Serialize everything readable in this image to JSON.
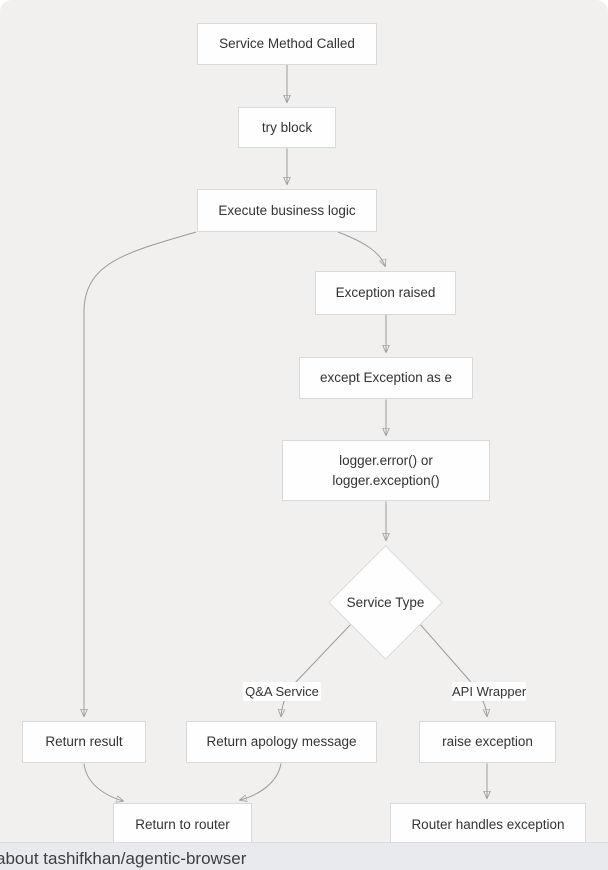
{
  "diagram": {
    "type": "flowchart",
    "nodes": {
      "service_method_called": {
        "label": "Service Method Called",
        "shape": "rect"
      },
      "try_block": {
        "label": "try block",
        "shape": "rect"
      },
      "execute_business_logic": {
        "label": "Execute business logic",
        "shape": "rect"
      },
      "exception_raised": {
        "label": "Exception raised",
        "shape": "rect"
      },
      "except_exception": {
        "label": "except Exception as e",
        "shape": "rect"
      },
      "logger": {
        "label": "logger.error() or logger.exception()",
        "shape": "rect"
      },
      "service_type": {
        "label": "Service Type",
        "shape": "diamond"
      },
      "return_result": {
        "label": "Return result",
        "shape": "rect"
      },
      "return_apology": {
        "label": "Return apology message",
        "shape": "rect"
      },
      "raise_exception": {
        "label": "raise exception",
        "shape": "rect"
      },
      "return_to_router": {
        "label": "Return to router",
        "shape": "rect"
      },
      "router_handles_exception": {
        "label": "Router handles exception",
        "shape": "rect"
      }
    },
    "edge_labels": {
      "qa_service": "Q&A Service",
      "api_wrapper": "API Wrapper"
    },
    "edges": [
      {
        "from": "service_method_called",
        "to": "try_block",
        "label": ""
      },
      {
        "from": "try_block",
        "to": "execute_business_logic",
        "label": ""
      },
      {
        "from": "execute_business_logic",
        "to": "exception_raised",
        "label": ""
      },
      {
        "from": "execute_business_logic",
        "to": "return_result",
        "label": ""
      },
      {
        "from": "exception_raised",
        "to": "except_exception",
        "label": ""
      },
      {
        "from": "except_exception",
        "to": "logger",
        "label": ""
      },
      {
        "from": "logger",
        "to": "service_type",
        "label": ""
      },
      {
        "from": "service_type",
        "to": "return_apology",
        "label": "Q&A Service"
      },
      {
        "from": "service_type",
        "to": "raise_exception",
        "label": "API Wrapper"
      },
      {
        "from": "return_result",
        "to": "return_to_router",
        "label": ""
      },
      {
        "from": "return_apology",
        "to": "return_to_router",
        "label": ""
      },
      {
        "from": "raise_exception",
        "to": "router_handles_exception",
        "label": ""
      }
    ],
    "colors": {
      "panel_background": "#f1f0ee",
      "node_fill": "#fefefe",
      "node_border": "#d7d9da",
      "node_text": "#333333",
      "edge_line": "#9b9b9b",
      "arrowhead": "#8c8c8c",
      "edge_label_background": "#fdfdfd"
    }
  },
  "statusbar": {
    "text": "about tashifkhan/agentic-browser",
    "background": "#e9eaed",
    "text_color": "#3c4043"
  }
}
